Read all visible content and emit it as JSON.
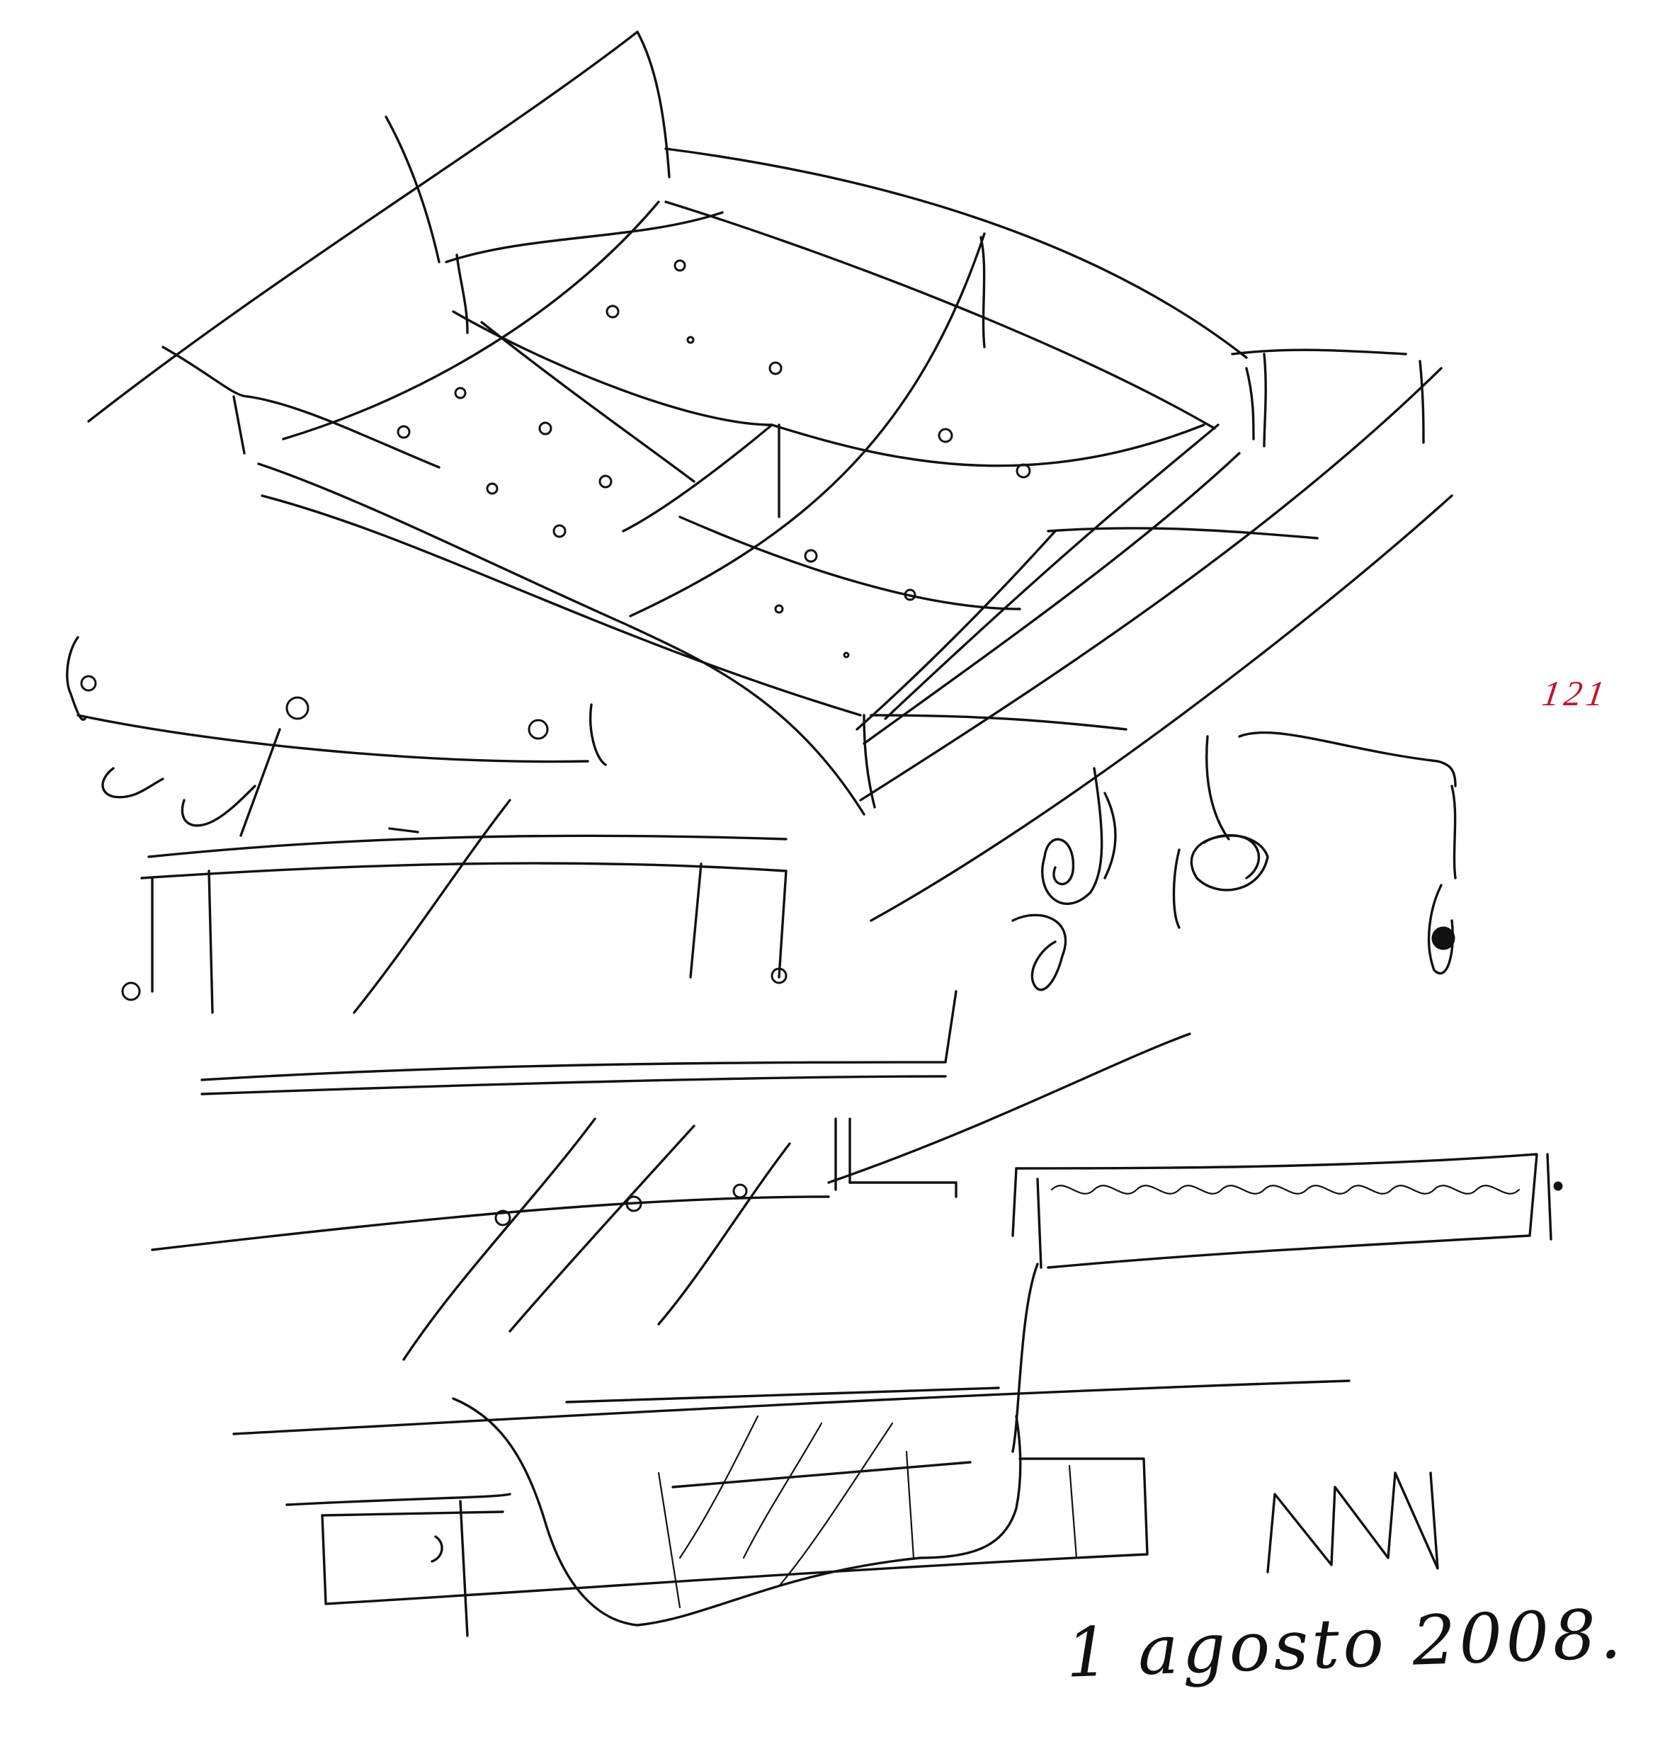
{
  "sheet": {
    "page_number": "121",
    "date_note": "1 agosto 2008.",
    "signature": "NM",
    "ink_color": "#111111",
    "page_number_color": "#c0142a",
    "paper_color": "#ffffff"
  }
}
